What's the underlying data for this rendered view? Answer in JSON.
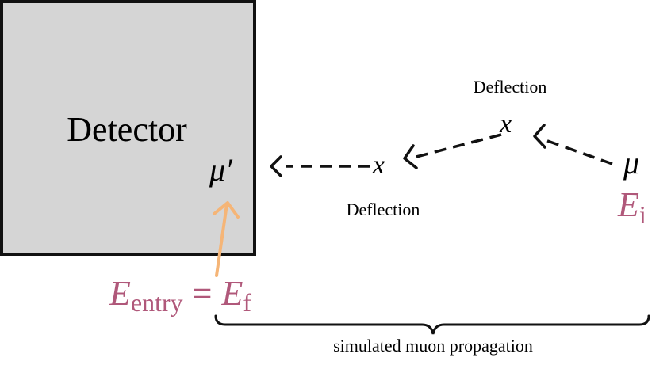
{
  "detector": {
    "label": "Detector"
  },
  "particles": {
    "mu_final": "μ′",
    "mu_initial": "μ",
    "deflection_point_symbol": "x"
  },
  "labels": {
    "deflection_upper": "Deflection",
    "deflection_lower": "Deflection",
    "brace_label": "simulated muon propagation"
  },
  "energies": {
    "initial_symbol": "E",
    "initial_subscript": "i",
    "entry_symbol": "E",
    "entry_subscript": "entry",
    "equals": "=",
    "final_symbol": "E",
    "final_subscript": "f"
  },
  "colors": {
    "detector_fill": "#d5d5d5",
    "detector_border": "#111111",
    "energy_text": "#b0587a",
    "entry_arrow": "#f5b577",
    "path": "#111111"
  }
}
